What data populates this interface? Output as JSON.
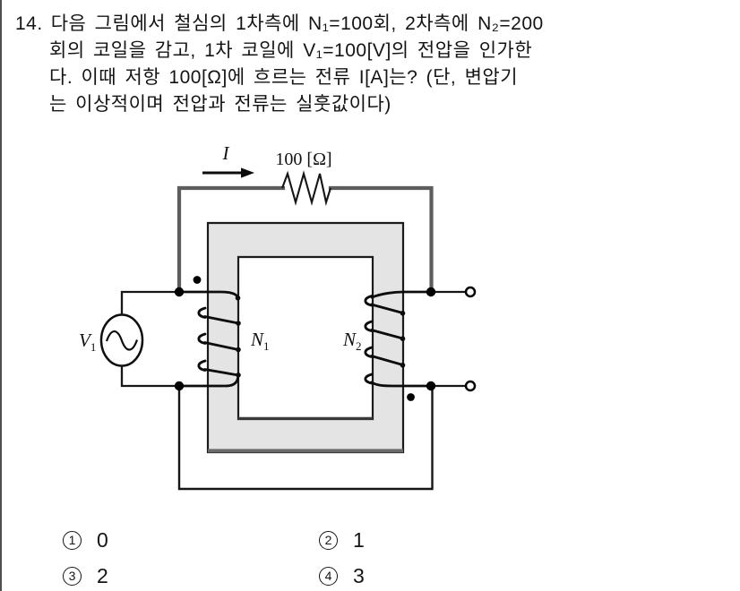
{
  "question": {
    "number": "14.",
    "lines": [
      "다음 그림에서 철심의 1차측에 N₁=100회, 2차측에 N₂=200",
      "회의 코일을 감고, 1차 코일에 V₁=100[V]의 전압을 인가한",
      "다. 이때 저항 100[Ω]에 흐르는 전류 I[A]는? (단, 변압기",
      "는 이상적이며 전압과 전류는 실훗값이다)"
    ]
  },
  "diagram": {
    "current_label": "I",
    "resistor_label": "100 [Ω]",
    "source_label": "V",
    "source_sub": "1",
    "primary_label": "N",
    "primary_sub": "1",
    "secondary_label": "N",
    "secondary_sub": "2",
    "colors": {
      "core_fill": "#e4e4e4",
      "core_stroke": "#1c1c1c",
      "loop_wire": "#5d5d5d",
      "wire": "#161616"
    }
  },
  "options": [
    {
      "marker": "1",
      "value": "0"
    },
    {
      "marker": "2",
      "value": "1"
    },
    {
      "marker": "3",
      "value": "2"
    },
    {
      "marker": "4",
      "value": "3"
    }
  ]
}
